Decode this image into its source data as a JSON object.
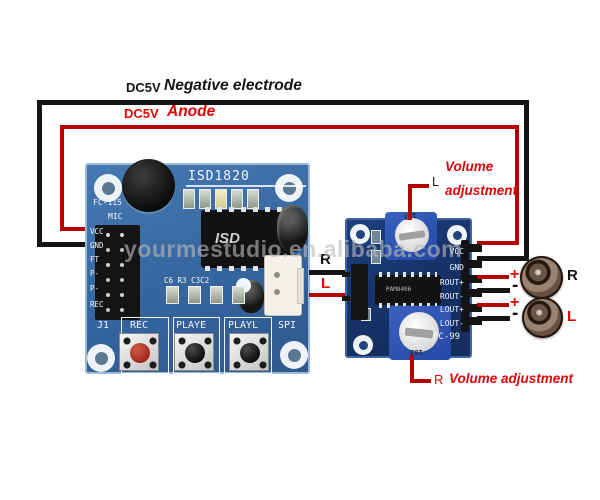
{
  "colors": {
    "black": "#141414",
    "red": "#e30505",
    "wirered": "#b30404"
  },
  "annotations": {
    "neg": {
      "prefix": "DC5V",
      "label": "Negative electrode"
    },
    "pos": {
      "prefix": "DC5V",
      "label": "Anode"
    },
    "vol_l": {
      "pin": "L",
      "line1": "Volume",
      "line2": "adjustment"
    },
    "vol_r": {
      "pin": "R",
      "label": "Volume adjustment"
    },
    "mid": {
      "r": "R",
      "l": "L"
    },
    "spk": {
      "r": "R",
      "l": "L",
      "plus": "+",
      "minus": "-"
    }
  },
  "isd_board": {
    "title": "ISD1820",
    "model": "FC-115",
    "mic_label": "MIC",
    "pins": [
      "VCC",
      "GND",
      "FT",
      "P-",
      "P-",
      "REC"
    ],
    "chip_label": "ISD",
    "comp_label": "C6 R3 C3C2",
    "bottom_labels": [
      "J1",
      "REC",
      "PLAYE",
      "PLAYL",
      "SPI"
    ]
  },
  "amp_board": {
    "chip_label": "PAM8406",
    "model": "FC-99",
    "pot_label": "103",
    "right_pins": [
      "VCC",
      "GND",
      "ROUT+",
      "ROUT-",
      "LOUT+",
      "LOUT-"
    ]
  },
  "watermark": "yourmestudio.en.alibaba.com"
}
